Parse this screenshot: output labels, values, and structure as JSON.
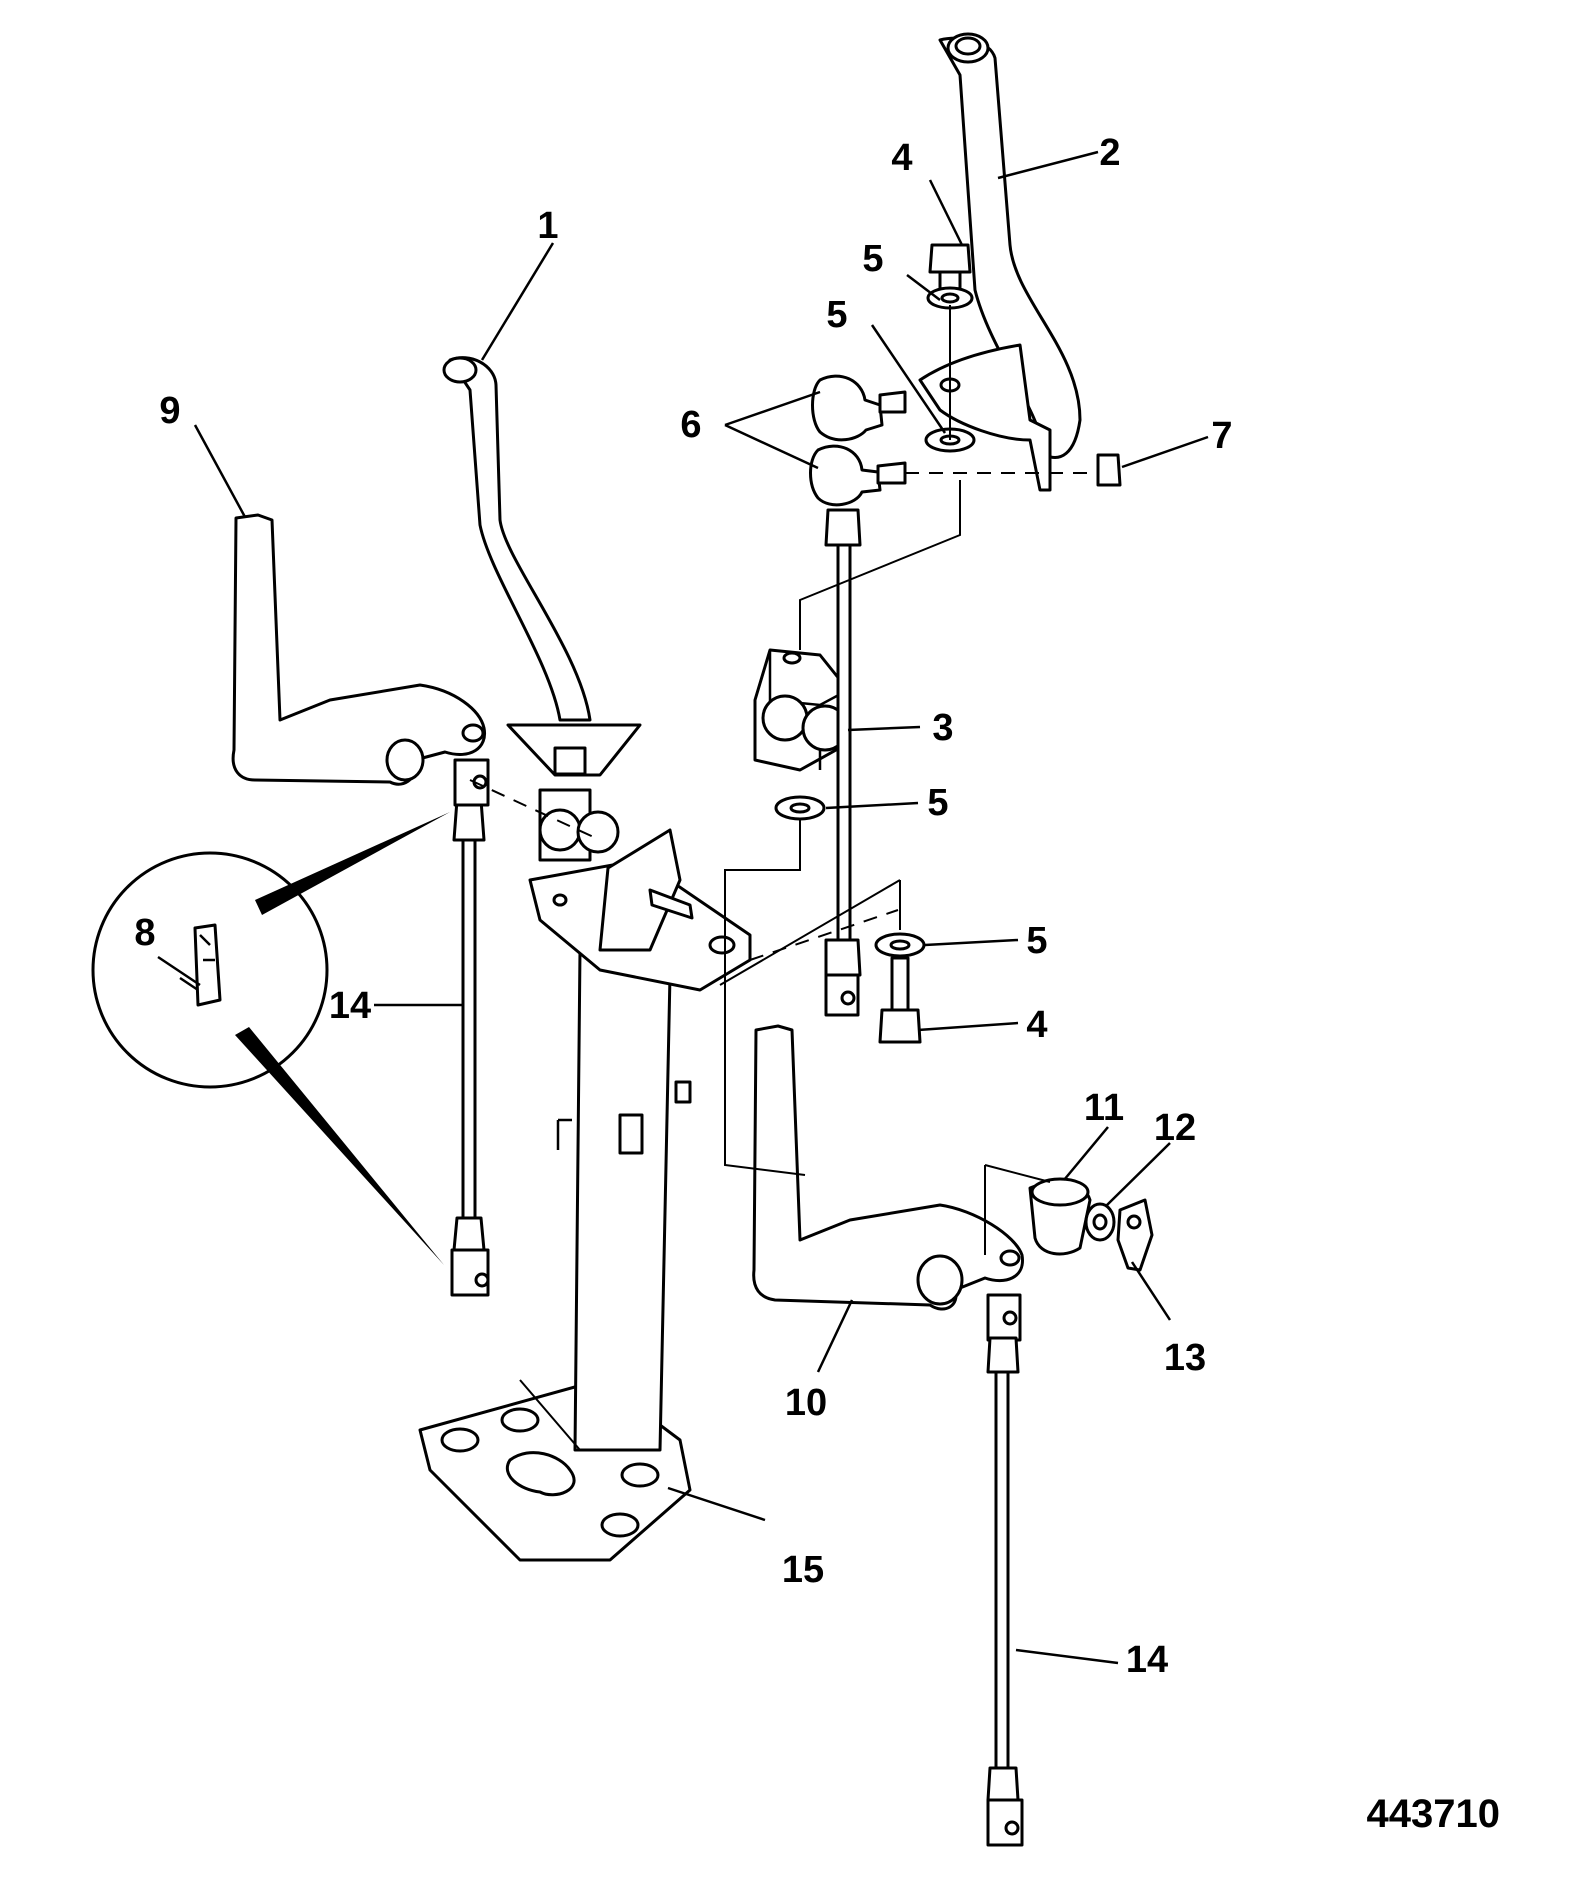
{
  "diagram": {
    "figure_number": "443710",
    "callouts": [
      {
        "id": "c1",
        "text": "1"
      },
      {
        "id": "c2",
        "text": "2"
      },
      {
        "id": "c3",
        "text": "3"
      },
      {
        "id": "c4a",
        "text": "4"
      },
      {
        "id": "c4b",
        "text": "4"
      },
      {
        "id": "c5a",
        "text": "5"
      },
      {
        "id": "c5b",
        "text": "5"
      },
      {
        "id": "c5c",
        "text": "5"
      },
      {
        "id": "c5d",
        "text": "5"
      },
      {
        "id": "c6",
        "text": "6"
      },
      {
        "id": "c7",
        "text": "7"
      },
      {
        "id": "c8",
        "text": "8"
      },
      {
        "id": "c9",
        "text": "9"
      },
      {
        "id": "c10",
        "text": "10"
      },
      {
        "id": "c11",
        "text": "11"
      },
      {
        "id": "c12",
        "text": "12"
      },
      {
        "id": "c13",
        "text": "13"
      },
      {
        "id": "c14a",
        "text": "14"
      },
      {
        "id": "c14b",
        "text": "14"
      },
      {
        "id": "c15",
        "text": "15"
      }
    ]
  }
}
